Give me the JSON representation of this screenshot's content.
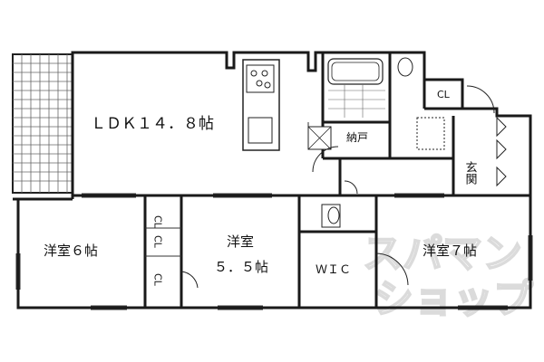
{
  "rooms": {
    "ldk": "ＬＤＫ１４．８帖",
    "bedroom_6": "洋室６帖",
    "bedroom_55_line1": "洋室",
    "bedroom_55_line2": "５．５帖",
    "bedroom_7": "洋室７帖",
    "wic": "ＷＩＣ",
    "storage": "納戸",
    "entrance": "玄関"
  },
  "closets": {
    "cl_top_right": "CL",
    "cl_bedroom6_a": "CL",
    "cl_bedroom6_b": "CL",
    "cl_bedroom55": "CL"
  },
  "watermark": {
    "line1": "スパマン",
    "line2": "ショップ"
  }
}
